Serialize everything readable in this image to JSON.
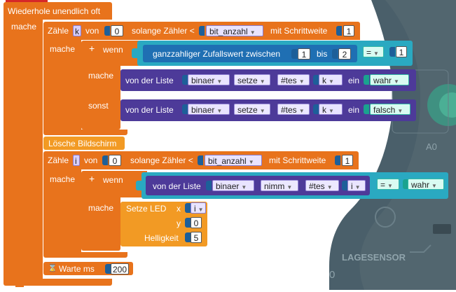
{
  "board": {
    "pin_a0": "A0",
    "sensor_label": "LAGESENSOR",
    "digit_0": "0"
  },
  "loop": {
    "title": "Wiederhole unendlich oft",
    "do_label": "mache"
  },
  "for1": {
    "count_label": "Zähle",
    "var": "k",
    "from_label": "von",
    "from_value": "0",
    "while_label": "solange Zähler <",
    "limit_var": "bit_anzahl",
    "step_label": "mit Schrittweite",
    "step_value": "1",
    "do_label": "mache"
  },
  "if1": {
    "plus": "+",
    "if_label": "wenn",
    "random_label": "ganzzahliger Zufallswert zwischen",
    "random_min": "1",
    "and_label": "bis",
    "random_max": "2",
    "compare_op": "=",
    "compare_value": "1",
    "then_label": "mache",
    "else_label": "sonst"
  },
  "set_true": {
    "from_list": "von der Liste",
    "list_var": "binaer",
    "action": "setze",
    "position": "#tes",
    "index_var": "k",
    "in_label": "ein",
    "value": "wahr"
  },
  "set_false": {
    "from_list": "von der Liste",
    "list_var": "binaer",
    "action": "setze",
    "position": "#tes",
    "index_var": "k",
    "in_label": "ein",
    "value": "falsch"
  },
  "clear": {
    "label": "Lösche Bildschirm"
  },
  "for2": {
    "count_label": "Zähle",
    "var": "i",
    "from_label": "von",
    "from_value": "0",
    "while_label": "solange Zähler <",
    "limit_var": "bit_anzahl",
    "step_label": "mit Schrittweite",
    "step_value": "1",
    "do_label": "mache"
  },
  "if2": {
    "plus": "+",
    "if_label": "wenn",
    "from_list": "von der Liste",
    "list_var": "binaer",
    "action": "nimm",
    "position": "#tes",
    "index_var": "i",
    "compare_op": "=",
    "compare_value": "wahr",
    "then_label": "mache"
  },
  "led": {
    "label": "Setze LED",
    "x_label": "x",
    "x_var": "i",
    "y_label": "y",
    "y_value": "0",
    "brightness_label": "Helligkeit",
    "brightness_value": "5"
  },
  "wait": {
    "icon": "⌛",
    "label": "Warte ms",
    "value": "200"
  }
}
